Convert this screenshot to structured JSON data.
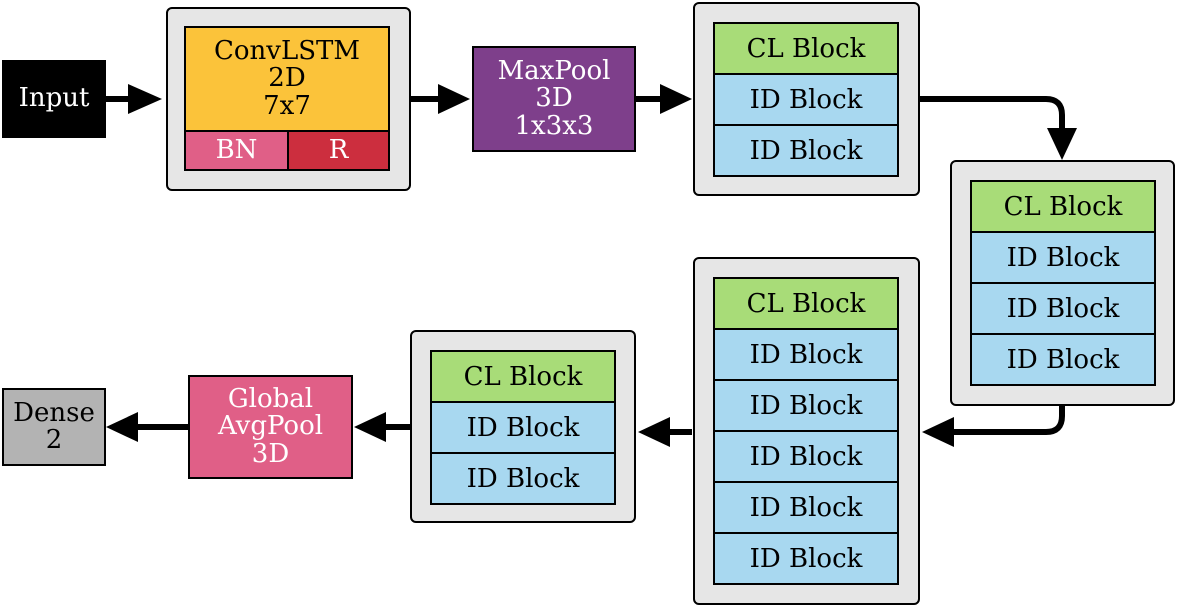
{
  "colors": {
    "input": "#000000",
    "convlstm": "#fbc33a",
    "bn": "#e05f87",
    "relu": "#cc2e3e",
    "maxpool": "#7e3f8b",
    "cl_block": "#a8dc78",
    "id_block": "#a8d8f0",
    "avgpool": "#e05f87",
    "dense": "#b3b3b3",
    "group_bg": "#e6e6e6"
  },
  "nodes": {
    "input": "Input",
    "convlstm": {
      "line1": "ConvLSTM",
      "line2": "2D",
      "line3": "7x7",
      "bn": "BN",
      "r": "R"
    },
    "maxpool": {
      "line1": "MaxPool",
      "line2": "3D",
      "line3": "1x3x3"
    },
    "avgpool": {
      "line1": "Global",
      "line2": "AvgPool",
      "line3": "3D"
    },
    "dense": {
      "line1": "Dense",
      "line2": "2"
    }
  },
  "stages": [
    {
      "blocks": [
        "CL Block",
        "ID Block",
        "ID Block"
      ]
    },
    {
      "blocks": [
        "CL Block",
        "ID Block",
        "ID Block",
        "ID Block"
      ]
    },
    {
      "blocks": [
        "CL Block",
        "ID Block",
        "ID Block",
        "ID Block",
        "ID Block",
        "ID Block"
      ]
    },
    {
      "blocks": [
        "CL Block",
        "ID Block",
        "ID Block"
      ]
    }
  ]
}
